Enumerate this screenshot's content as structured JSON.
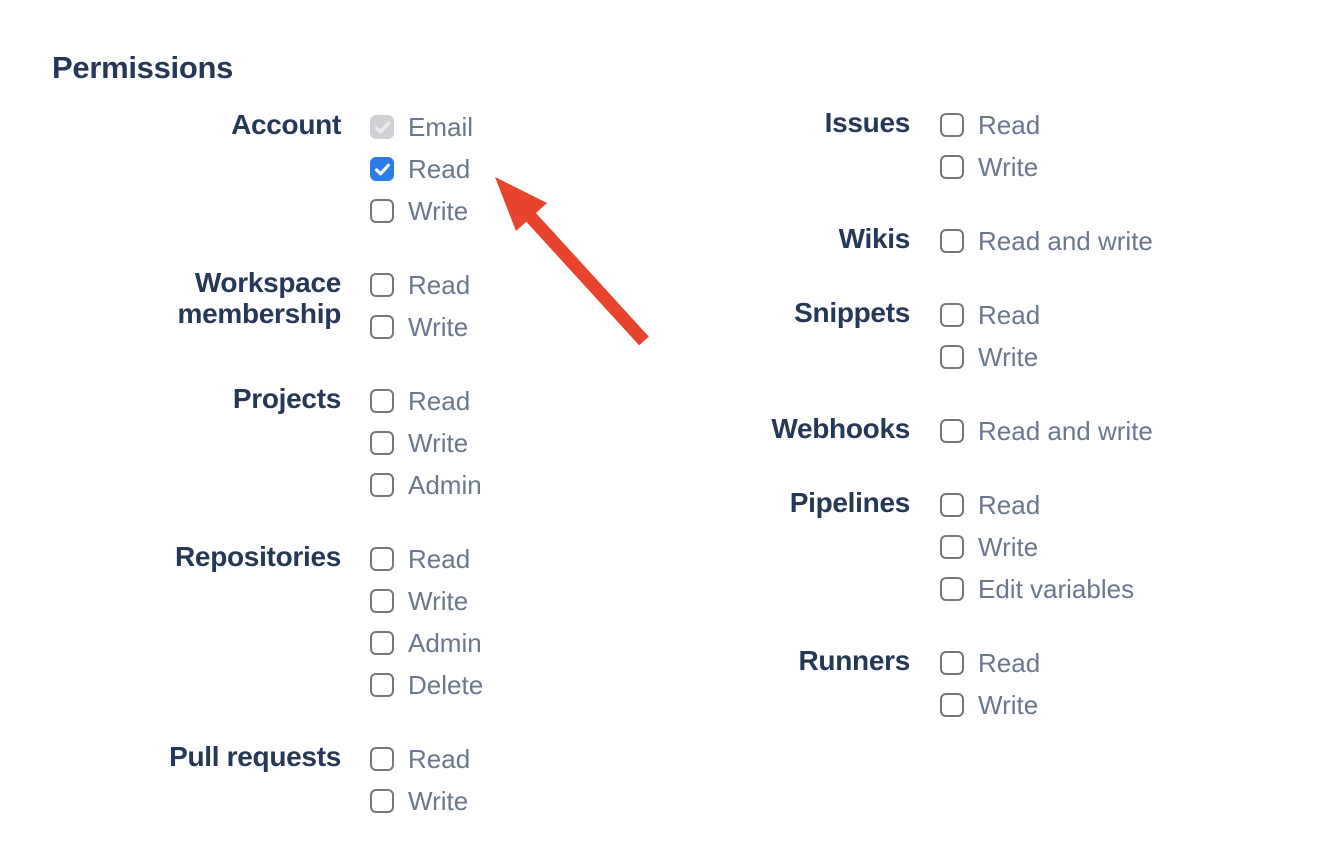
{
  "page": {
    "title": "Permissions"
  },
  "colors": {
    "heading_text": "#253858",
    "group_label_text": "#253858",
    "option_label_text": "#6B778C",
    "checkbox_checked_fill": "#2B7CE9",
    "checkbox_disabled_fill": "#CFD1D4",
    "checkbox_disabled_check": "#EBECED",
    "checkbox_border": "#75787E",
    "arrow_color": "#E8432C"
  },
  "permissions": {
    "columns": [
      {
        "name": "left",
        "sections": [
          {
            "label": "Account",
            "options": [
              {
                "label": "Email",
                "checked": true,
                "disabled": true
              },
              {
                "label": "Read",
                "checked": true,
                "disabled": false
              },
              {
                "label": "Write",
                "checked": false,
                "disabled": false
              }
            ]
          },
          {
            "label": "Workspace membership",
            "options": [
              {
                "label": "Read",
                "checked": false,
                "disabled": false
              },
              {
                "label": "Write",
                "checked": false,
                "disabled": false
              }
            ]
          },
          {
            "label": "Projects",
            "options": [
              {
                "label": "Read",
                "checked": false,
                "disabled": false
              },
              {
                "label": "Write",
                "checked": false,
                "disabled": false
              },
              {
                "label": "Admin",
                "checked": false,
                "disabled": false
              }
            ]
          },
          {
            "label": "Repositories",
            "options": [
              {
                "label": "Read",
                "checked": false,
                "disabled": false
              },
              {
                "label": "Write",
                "checked": false,
                "disabled": false
              },
              {
                "label": "Admin",
                "checked": false,
                "disabled": false
              },
              {
                "label": "Delete",
                "checked": false,
                "disabled": false
              }
            ]
          },
          {
            "label": "Pull requests",
            "options": [
              {
                "label": "Read",
                "checked": false,
                "disabled": false
              },
              {
                "label": "Write",
                "checked": false,
                "disabled": false
              }
            ]
          }
        ]
      },
      {
        "name": "right",
        "sections": [
          {
            "label": "Issues",
            "options": [
              {
                "label": "Read",
                "checked": false,
                "disabled": false
              },
              {
                "label": "Write",
                "checked": false,
                "disabled": false
              }
            ]
          },
          {
            "label": "Wikis",
            "options": [
              {
                "label": "Read and write",
                "checked": false,
                "disabled": false
              }
            ]
          },
          {
            "label": "Snippets",
            "options": [
              {
                "label": "Read",
                "checked": false,
                "disabled": false
              },
              {
                "label": "Write",
                "checked": false,
                "disabled": false
              }
            ]
          },
          {
            "label": "Webhooks",
            "options": [
              {
                "label": "Read and write",
                "checked": false,
                "disabled": false
              }
            ]
          },
          {
            "label": "Pipelines",
            "options": [
              {
                "label": "Read",
                "checked": false,
                "disabled": false
              },
              {
                "label": "Write",
                "checked": false,
                "disabled": false
              },
              {
                "label": "Edit variables",
                "checked": false,
                "disabled": false
              }
            ]
          },
          {
            "label": "Runners",
            "options": [
              {
                "label": "Read",
                "checked": false,
                "disabled": false
              },
              {
                "label": "Write",
                "checked": false,
                "disabled": false
              }
            ]
          }
        ]
      }
    ]
  },
  "annotation_arrow": {
    "shape": "arrow-up-left",
    "color": "#E8432C",
    "points_at": "account-read-checkbox"
  }
}
